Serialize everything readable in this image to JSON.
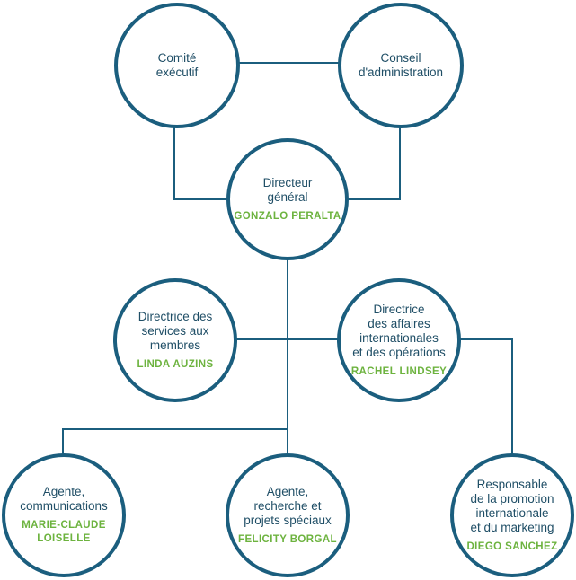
{
  "colors": {
    "line": "#1b5e7e",
    "circle_border": "#1b5e7e",
    "role_text": "#1f4e66",
    "person_text": "#6db33f"
  },
  "nodes": {
    "executive_committee": {
      "role": "Comité\nexécutif"
    },
    "board": {
      "role": "Conseil\nd'administration"
    },
    "ceo": {
      "role": "Directeur\ngénéral",
      "person": "GONZALO PERALTA"
    },
    "member_services": {
      "role": "Directrice des\nservices aux\nmembres",
      "person": "LINDA AUZINS"
    },
    "international_affairs": {
      "role": "Directrice\ndes affaires\ninternationales\net des opérations",
      "person": "RACHEL LINDSEY"
    },
    "communications": {
      "role": "Agente,\ncommunications",
      "person": "MARIE-CLAUDE\nLOISELLE"
    },
    "research": {
      "role": "Agente,\nrecherche et\nprojets spéciaux",
      "person": "FELICITY BORGAL"
    },
    "marketing": {
      "role": "Responsable\nde la promotion\ninternationale\net du marketing",
      "person": "DIEGO SANCHEZ"
    }
  }
}
